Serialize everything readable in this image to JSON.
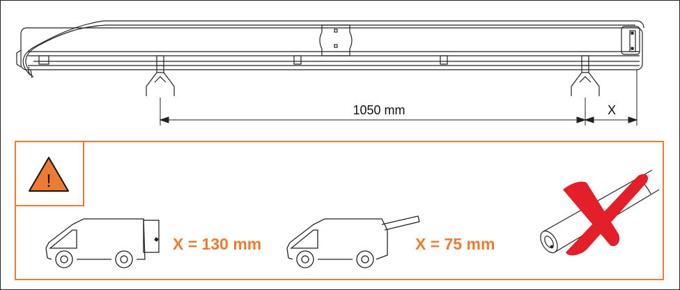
{
  "diagram": {
    "dimension_label": "1050 mm",
    "offset_label": "X",
    "warning_symbol": "!",
    "rule_1": "X = 130 mm",
    "rule_2": "X = 75 mm",
    "icons": {
      "warning": "warning-triangle-icon",
      "van_1": "van-with-rear-box-icon",
      "van_2": "van-with-rear-ladder-icon",
      "not_allowed": "red-cross-icon"
    },
    "colors": {
      "accent": "#ec7c30",
      "warning_fill": "#ec7c30",
      "cross": "#e3202a",
      "line": "#222222"
    }
  }
}
